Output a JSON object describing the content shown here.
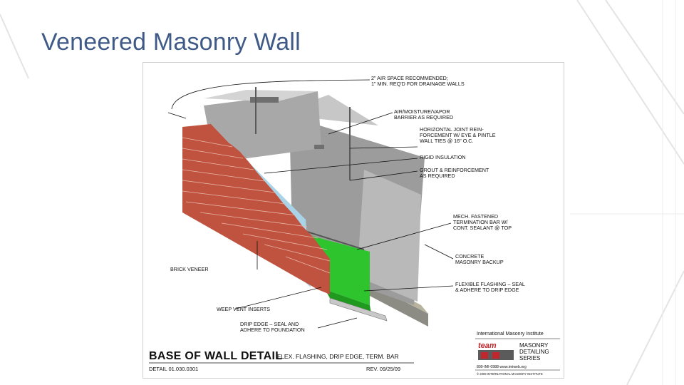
{
  "slide": {
    "title": "Veneered Masonry Wall"
  },
  "figure": {
    "callouts": {
      "air_space": "2\" AIR SPACE RECOMMENDED;\n1\" MIN. REQ'D FOR DRAINAGE WALLS",
      "barrier": "AIR/MOISTURE/VAPOR\nBARRIER AS REQUIRED",
      "joint_reinforcement": "HORIZONTAL JOINT REIN-\nFORCEMENT W/ EYE & PINTLE\nWALL TIES @ 16\" O.C.",
      "rigid_insulation": "RIGID INSULATION",
      "grout": "GROUT & REINFORCEMENT\nAS REQUIRED",
      "term_bar": "MECH. FASTENED\nTERMINATION BAR W/\nCONT. SEALANT @ TOP",
      "cmu": "CONCRETE\nMASONRY BACKUP",
      "flashing": "FLEXIBLE FLASHING – SEAL\n& ADHERE TO DRIP EDGE",
      "brick": "BRICK VENEER",
      "weep": "WEEP VENT INSERTS",
      "drip_edge": "DRIP EDGE – SEAL AND\nADHERE TO FOUNDATION"
    },
    "title_block": {
      "title": "BASE OF WALL DETAIL",
      "subtitle": "FLEX. FLASHING, DRIP EDGE, TERM. BAR",
      "detail_number": "DETAIL 01.030.0301",
      "revision": "REV. 09/25/09"
    },
    "logo": {
      "organization": "International Masonry Institute",
      "team": "team",
      "series": "MASONRY\nDETAILING\nSERIES",
      "phone_web": "800-IMI-0988  www.imiweb.org",
      "copyright": "© 2009 INTERNATIONAL MASONRY INSTITUTE"
    },
    "colors": {
      "brick": "#c0533f",
      "flashing": "#2ec42e",
      "insulation": "#a9d3e6",
      "cmu": "#9a9a9a",
      "title_text": "#3f5a86"
    }
  }
}
